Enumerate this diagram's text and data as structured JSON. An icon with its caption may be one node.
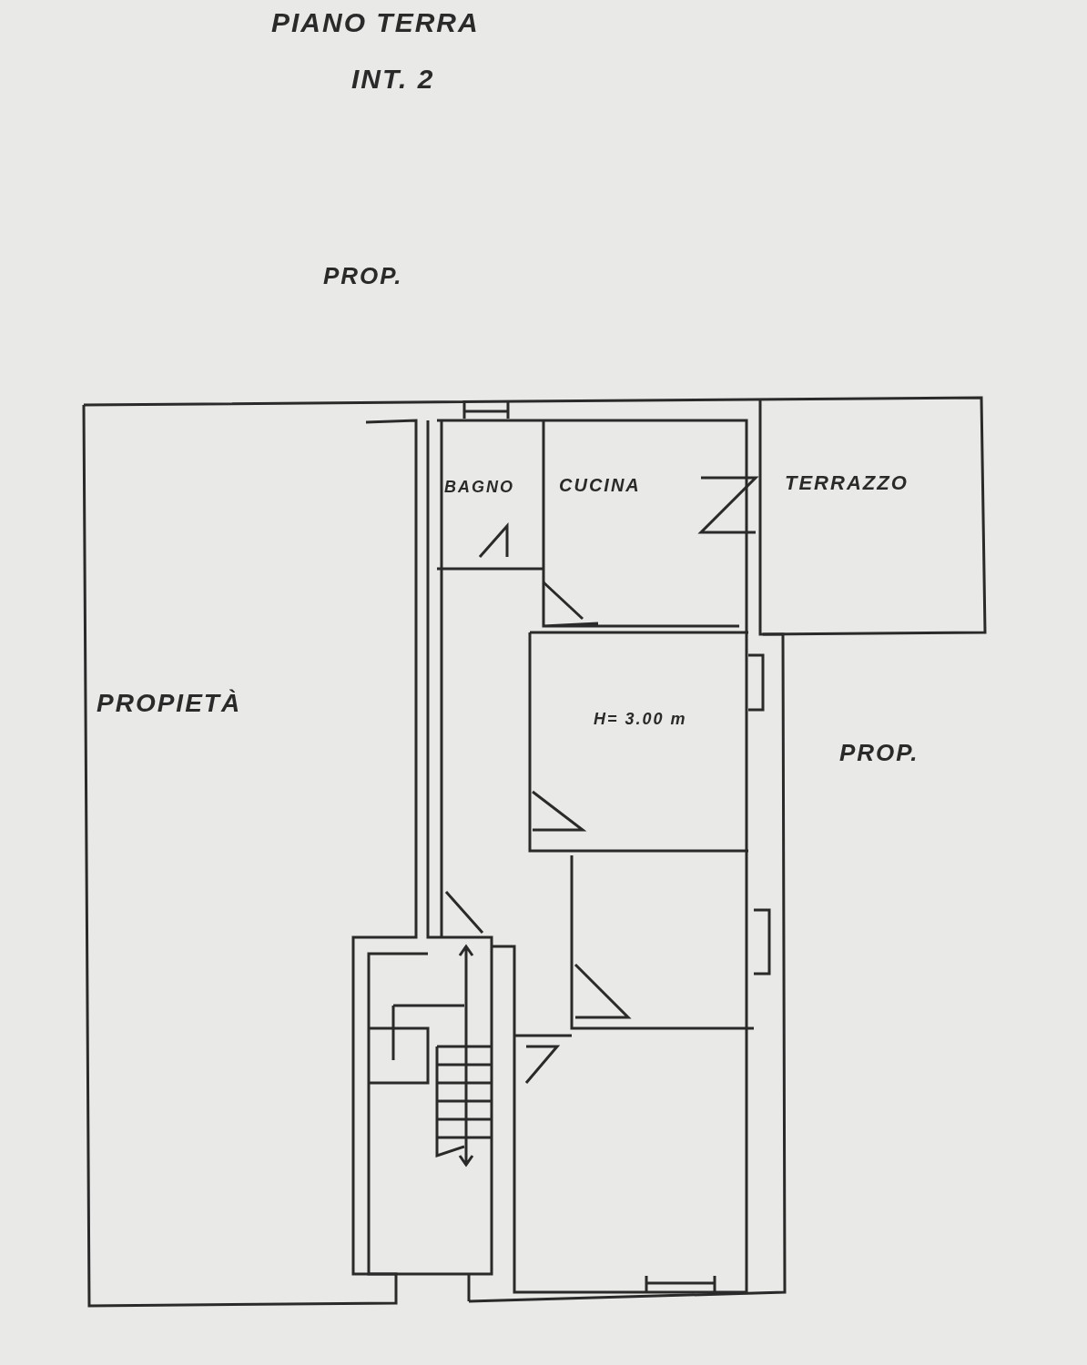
{
  "diagram": {
    "title": "PIANO TERRA",
    "labels": [
      "INT. 2",
      "PROP.",
      "BAGNO",
      "CUCINA",
      "TERRAZZO",
      "PROPIETÀ",
      "H= 3.00 m",
      "PROP."
    ]
  }
}
